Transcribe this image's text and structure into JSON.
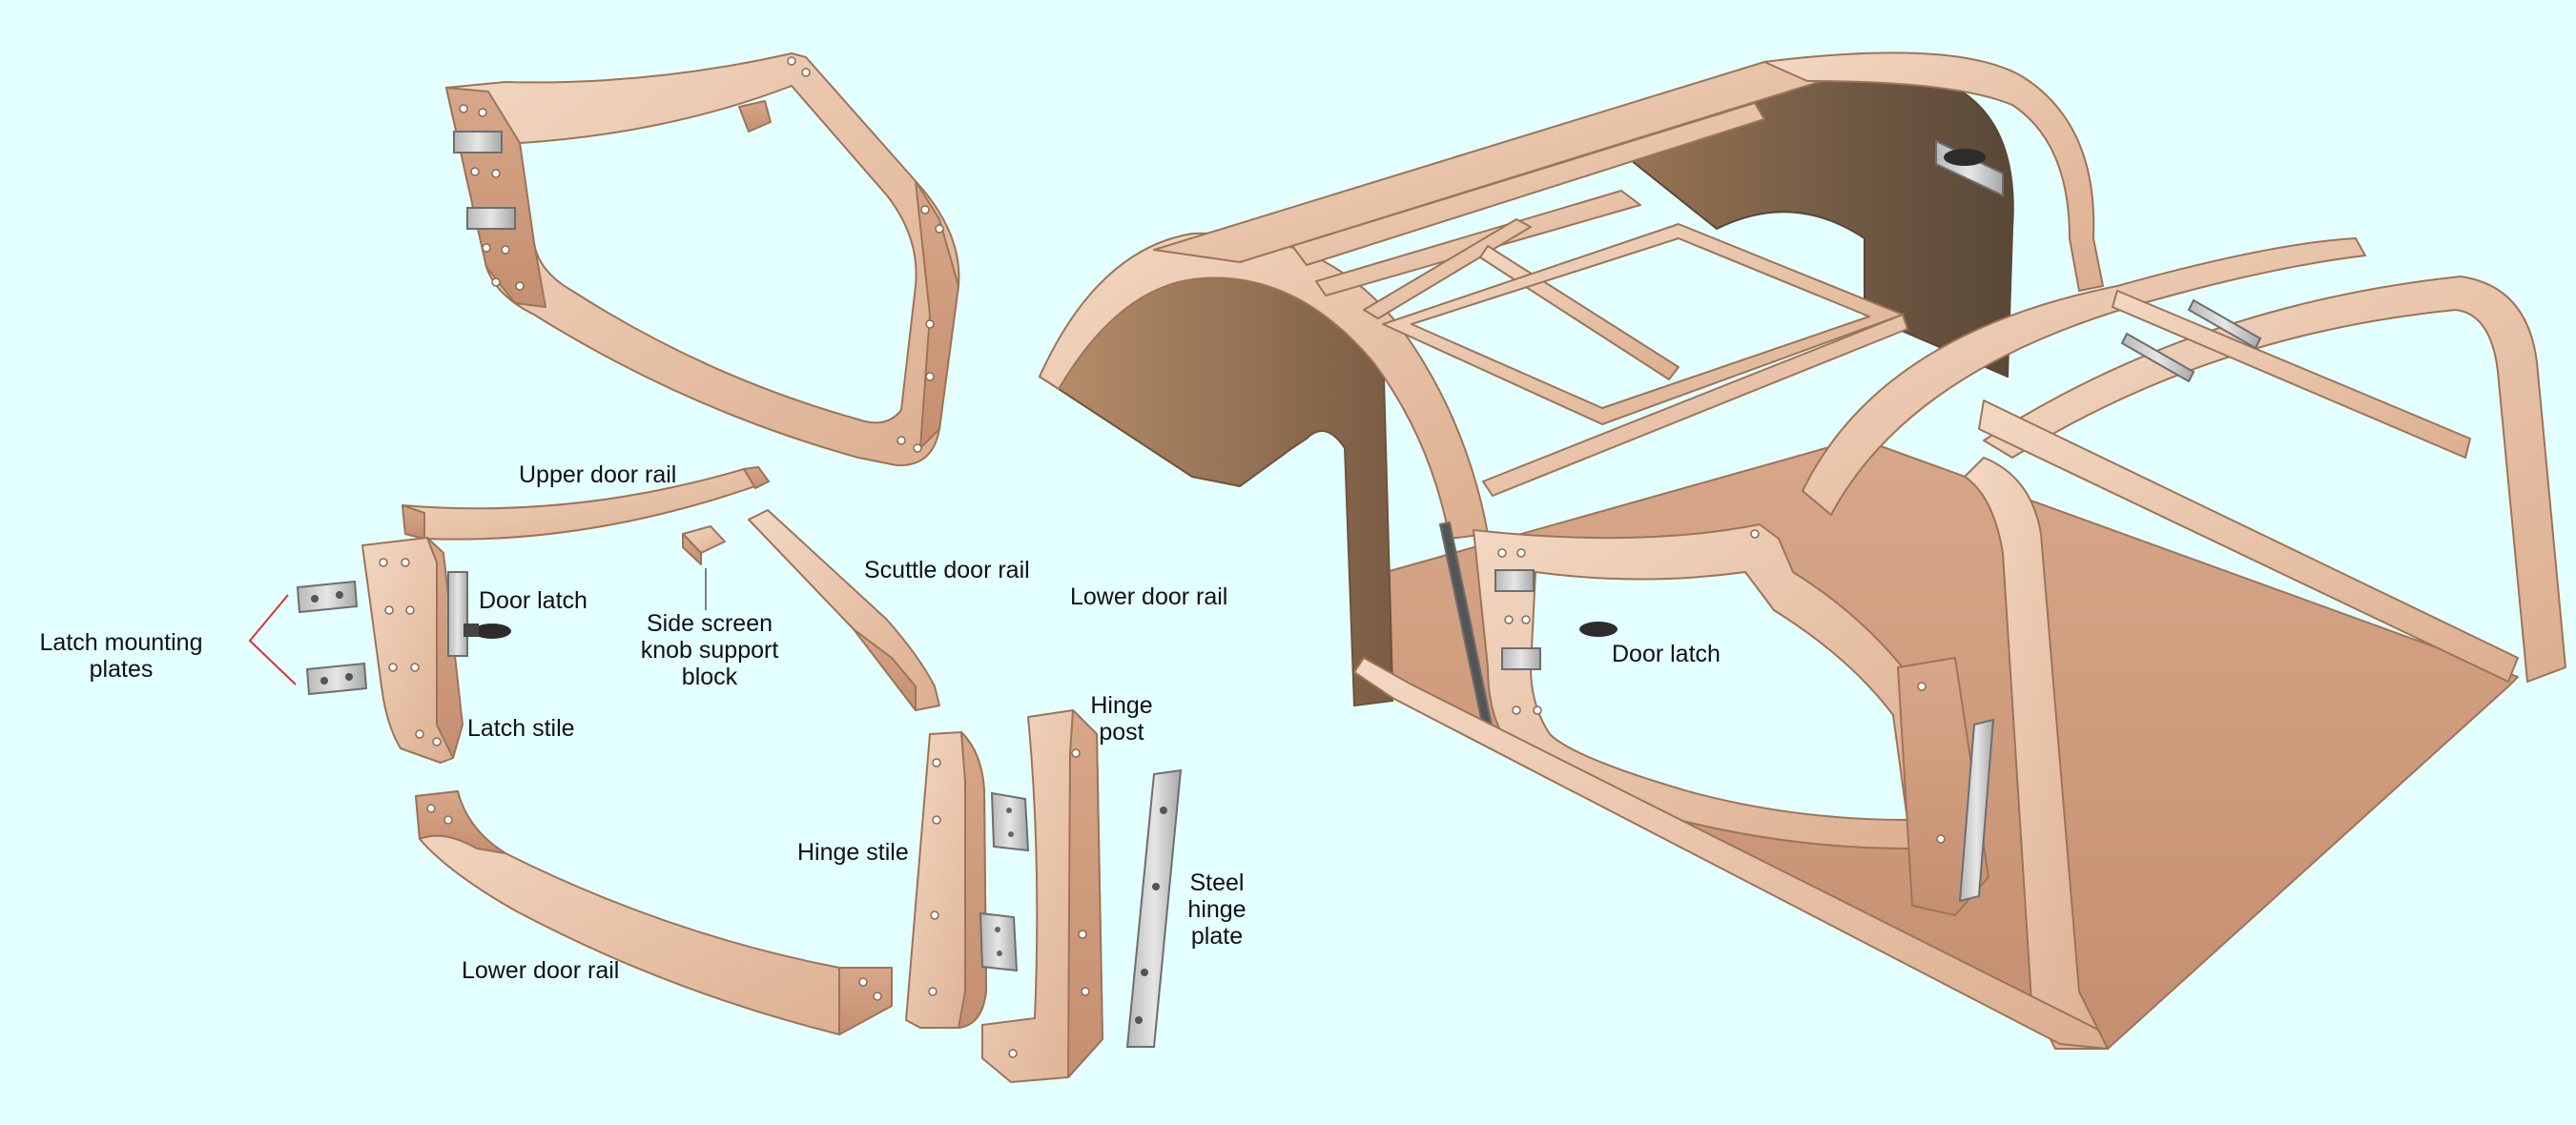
{
  "colors": {
    "background": "#e4ffff",
    "wood_light": "#f0d2bc",
    "wood_mid": "#e3b99c",
    "wood_dark": "#c99778",
    "panel_dark": "#6f5944",
    "panel_mid": "#9a7554",
    "metal": "#c9c9c9",
    "leader_line": "#d9333a"
  },
  "labels": {
    "upper_door_rail": "Upper door rail",
    "scuttle_door_rail": "Scuttle door rail",
    "lower_door_rail_top": "Lower door rail",
    "door_latch_left": "Door latch",
    "latch_mounting_plates": "Latch mounting\nplates",
    "side_screen_block": "Side screen\nknob support\nblock",
    "latch_stile": "Latch stile",
    "hinge_post": "Hinge\npost",
    "hinge_stile": "Hinge  stile",
    "steel_hinge_plate": "Steel\nhinge\nplate",
    "lower_door_rail_bottom": "Lower door rail",
    "door_latch_right": "Door latch"
  }
}
